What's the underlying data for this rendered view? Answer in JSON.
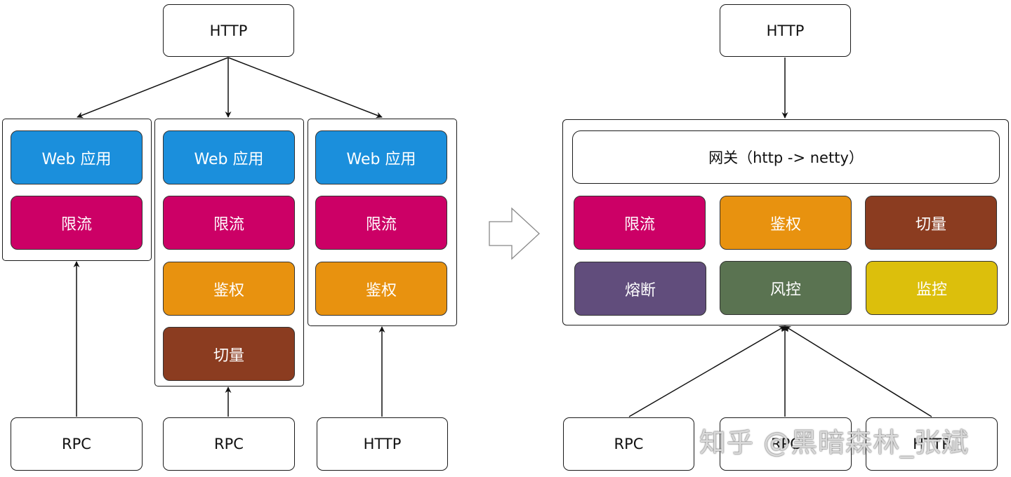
{
  "colors": {
    "web": "#1b8fdc",
    "rate_limit": "#cc0066",
    "auth": "#e8920f",
    "cutover": "#8b3c20",
    "circuit_breaker": "#614d7c",
    "risk_control": "#5a7351",
    "monitoring": "#dcbf0c"
  },
  "left": {
    "top_node": "HTTP",
    "services": [
      {
        "modules": [
          "Web 应用",
          "限流"
        ]
      },
      {
        "modules": [
          "Web 应用",
          "限流",
          "鉴权",
          "切量"
        ]
      },
      {
        "modules": [
          "Web 应用",
          "限流",
          "鉴权"
        ]
      }
    ],
    "bottom_nodes": [
      "RPC",
      "RPC",
      "HTTP"
    ]
  },
  "transition_arrow_icon": "hollow-right-arrow",
  "right": {
    "top_node": "HTTP",
    "gateway_label": "网关（http -> netty）",
    "modules": [
      "限流",
      "鉴权",
      "切量",
      "熔断",
      "风控",
      "监控"
    ],
    "bottom_nodes": [
      "RPC",
      "RPC",
      "HTTP"
    ]
  },
  "watermark": "知乎 @黑暗森林_张斌"
}
